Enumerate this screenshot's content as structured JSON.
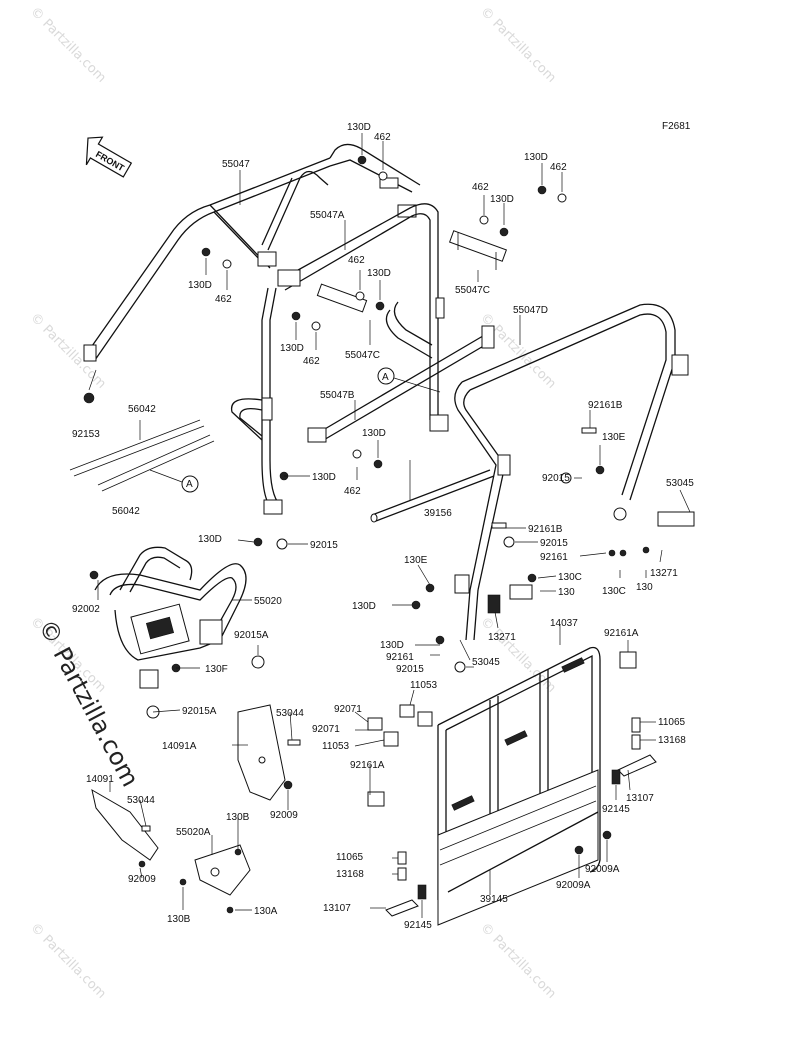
{
  "figure_code": "F2681",
  "front_arrow_label": "FRONT",
  "watermark_text": "© Partzilla.com",
  "callouts": {
    "c55047": "55047",
    "c130d_1": "130D",
    "c462_1": "462",
    "c130d_2": "130D",
    "c462_2": "462",
    "c462_3": "462",
    "c130d_3": "130D",
    "c55047a": "55047A",
    "c462_4": "462",
    "c130d_4": "130D",
    "c130d_5": "130D",
    "c462_5": "462",
    "c55047c_1": "55047C",
    "c55047c_2": "55047C",
    "c130d_6": "130D",
    "c462_6": "462",
    "c55047d": "55047D",
    "cA_1": "A",
    "c92153": "92153",
    "c56042_1": "56042",
    "c55047b": "55047B",
    "c130d_7": "130D",
    "c462_7": "462",
    "c92161b": "92161B",
    "c130e_1": "130E",
    "c56042_2": "56042",
    "cA_2": "A",
    "c130d_8": "130D",
    "c92015_1": "92015",
    "c53045_1": "53045",
    "c39156": "39156",
    "c130d_9": "130D",
    "c92015_2": "92015",
    "c92161b_2": "92161B",
    "c92015_3": "92015",
    "c92161_1": "92161",
    "c130c_1": "130C",
    "c130_1": "130",
    "c13271_1": "13271",
    "c130e_2": "130E",
    "c130c_2": "130C",
    "c130_2": "130",
    "c92002": "92002",
    "c55020": "55020",
    "c130d_10": "130D",
    "c13271_2": "13271",
    "c14037": "14037",
    "c92161a_1": "92161A",
    "c92015a_1": "92015A",
    "c130d_11": "130D",
    "c92161_2": "92161",
    "c130f": "130F",
    "c92015_4": "92015",
    "c53045_2": "53045",
    "c11053_1": "11053",
    "c92015a_2": "92015A",
    "c92071_1": "92071",
    "c53044_1": "53044",
    "c92071_2": "92071",
    "c11065_1": "11065",
    "c14091a": "14091A",
    "c11053_2": "11053",
    "c13168_1": "13168",
    "c92161a_2": "92161A",
    "c14091": "14091",
    "c53044_2": "53044",
    "c13107_1": "13107",
    "c92145_1": "92145",
    "c92009_1": "92009",
    "c130b_1": "130B",
    "c55020a": "55020A",
    "c92009a_1": "92009A",
    "c11065_2": "11065",
    "c92009a_2": "92009A",
    "c13168_2": "13168",
    "c39145": "39145",
    "c92009_2": "92009",
    "c130b_2": "130B",
    "c130a": "130A",
    "c13107_2": "13107",
    "c92145_2": "92145"
  }
}
